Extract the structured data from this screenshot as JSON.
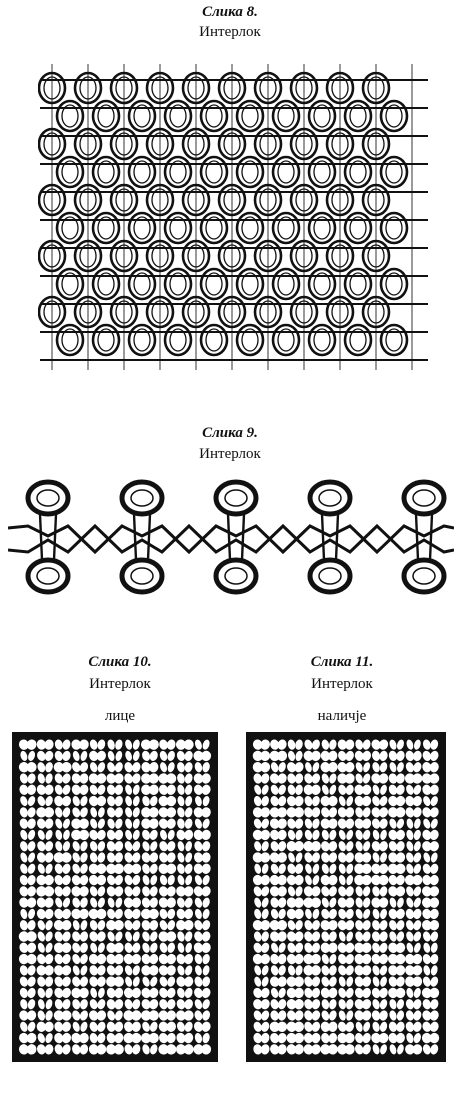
{
  "figure8": {
    "title": "Слика 8.",
    "subtitle": "Интерлок"
  },
  "figure9": {
    "title": "Слика 9.",
    "subtitle": "Интерлок"
  },
  "figure10": {
    "title": "Слика 10.",
    "subtitle": "Интерлок",
    "side": "лице"
  },
  "figure11": {
    "title": "Слика 11.",
    "subtitle": "Интерлок",
    "side": "наличје"
  },
  "colors": {
    "ink": "#111111",
    "paper": "#ffffff"
  }
}
